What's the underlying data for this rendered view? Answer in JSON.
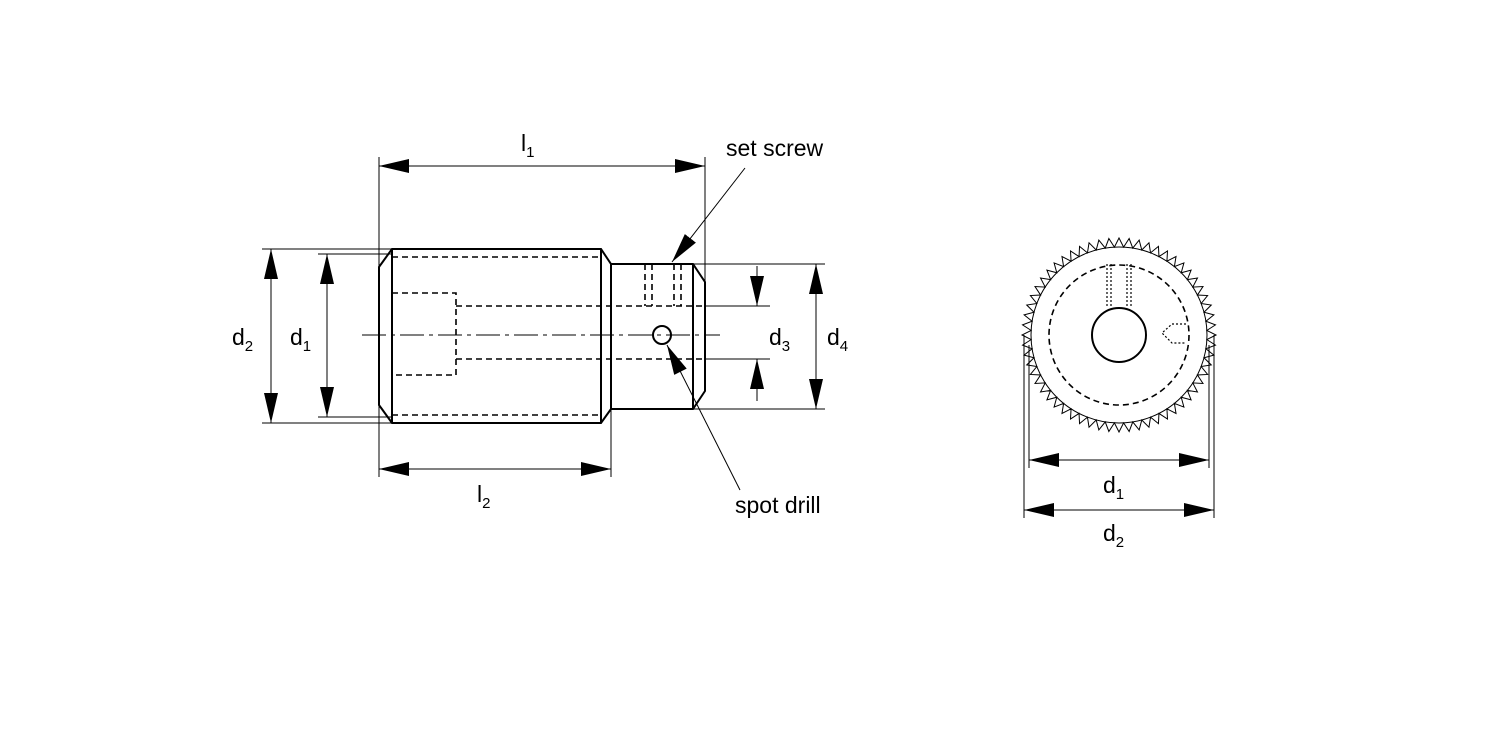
{
  "side_view": {
    "l1": {
      "base": "l",
      "sub": "1"
    },
    "l2": {
      "base": "l",
      "sub": "2"
    },
    "d1": {
      "base": "d",
      "sub": "1"
    },
    "d2": {
      "base": "d",
      "sub": "2"
    },
    "d3": {
      "base": "d",
      "sub": "3"
    },
    "d4": {
      "base": "d",
      "sub": "4"
    },
    "set_screw_label": "set screw",
    "spot_drill_label": "spot drill"
  },
  "end_view": {
    "d1": {
      "base": "d",
      "sub": "1"
    },
    "d2": {
      "base": "d",
      "sub": "2"
    },
    "knurl_teeth": 60
  },
  "colors": {
    "line": "#000000",
    "background": "#ffffff"
  }
}
